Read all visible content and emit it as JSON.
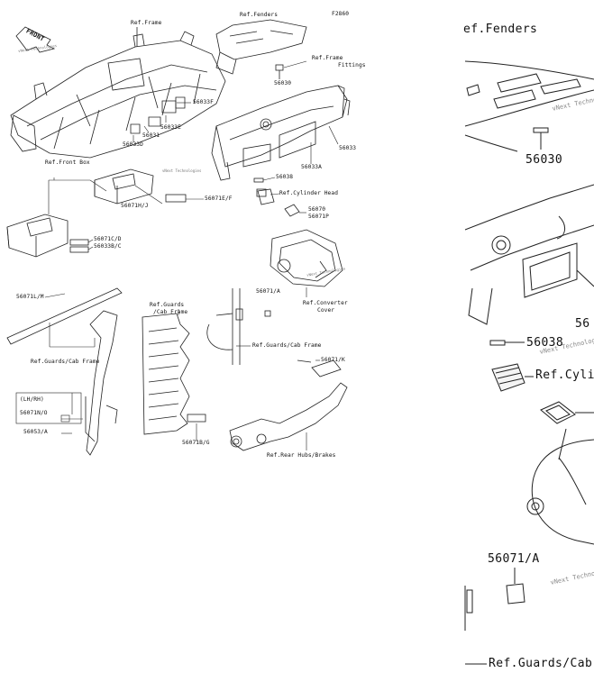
{
  "figure_code": "F2860",
  "front_arrow_label": "FRONT",
  "overview_labels": {
    "ref_frame": "Ref.Frame",
    "ref_fenders": "Ref.Fenders",
    "ref_frame_fittings_1": "Ref.Frame",
    "ref_frame_fittings_2": "Fittings",
    "p56030": "56030",
    "p56033f": "56033F",
    "p56033e": "56033E",
    "p56031": "56031",
    "p56033d": "56033D",
    "p56033": "56033",
    "p56033a": "56033A",
    "p56038": "56038",
    "ref_cylinder_head": "Ref.Cylinder Head",
    "ref_front_box": "Ref.Front Box",
    "p56071hj": "56071H/J",
    "p56071ef": "56071E/F",
    "p56070": "56070",
    "p56071p": "56071P",
    "p56071cd": "56071C/D",
    "p56033bc": "56033B/C",
    "p56071lm": "56071L/M",
    "ref_guards_cab_frame_1": "Ref.Guards/Cab Frame",
    "ref_guards": "Ref.Guards",
    "cab_frame": "/Cab Frame",
    "p56071a": "56071/A",
    "ref_converter_1": "Ref.Converter",
    "ref_converter_2": "Cover",
    "ref_guards_cab_frame_2": "Ref.Guards/Cab Frame",
    "p56071k": "56071/K",
    "lhrh": "(LH/RH)",
    "p56071no": "56071N/O",
    "p56053a": "56053/A",
    "p56071bg": "56071B/G",
    "ref_rear_hubs": "Ref.Rear Hubs/Brakes"
  },
  "watermark": "vNext Technologies",
  "zoom_labels": {
    "ref_fenders": "ef.Fenders",
    "p56030": "56030",
    "p56038": "56038",
    "p56_partial": "56",
    "ref_cylinder": "Ref.Cyli",
    "p56071a": "56071/A",
    "ref_guards_cab": "Ref.Guards/Cab"
  }
}
